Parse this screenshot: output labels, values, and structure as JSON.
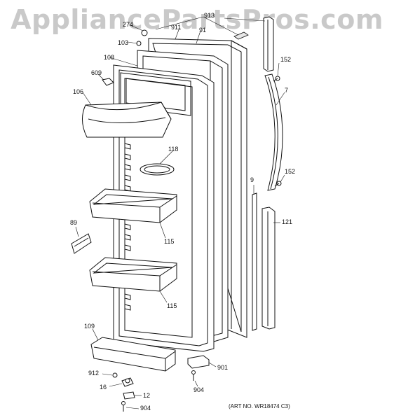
{
  "watermark": "AppliancePartsPros.com",
  "labels": {
    "p913": "913",
    "p274": "274",
    "p911": "911",
    "p91": "91",
    "p103": "103",
    "p108": "108",
    "p609": "609",
    "p106": "106",
    "p152a": "152",
    "p7": "7",
    "p118": "118",
    "p9": "9",
    "p152b": "152",
    "p89": "89",
    "p121": "121",
    "p115a": "115",
    "p115b": "115",
    "p109": "109",
    "p901": "901",
    "p912": "912",
    "p904a": "904",
    "p16": "16",
    "p12": "12",
    "p904b": "904"
  },
  "art_number": "(ART NO. WR18474 C3)"
}
